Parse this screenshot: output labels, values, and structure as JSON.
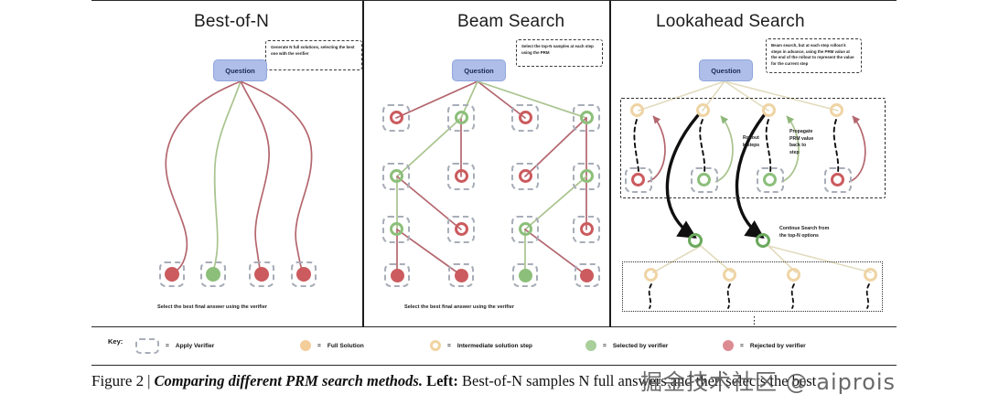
{
  "figure": {
    "caption_figno": "Figure 2",
    "caption_bar": "|",
    "caption_italic": "Comparing different PRM search methods.",
    "caption_bold_left": "Left:",
    "caption_rest": "Best-of-N samples N full answers and then selects the best"
  },
  "watermark": {
    "text": "掘金技术社区 @ aiprois"
  },
  "panels": [
    {
      "id": "best-of-n",
      "title": "Best-of-N",
      "callout": "Generate N full solutions, selecting the best one with the verifier",
      "question_label": "Question",
      "footer": "Select the best final answer using the verifier",
      "leaves": [
        "rejected",
        "selected",
        "rejected",
        "rejected"
      ]
    },
    {
      "id": "beam-search",
      "title": "Beam Search",
      "callout": "Select the top-N samples at each step using the PRM",
      "question_label": "Question",
      "footer": "Select the best final answer using the verifier",
      "leaves": [
        "rejected",
        "rejected",
        "selected",
        "rejected"
      ]
    },
    {
      "id": "lookahead-search",
      "title": "Lookahead Search",
      "callout": "Beam search, but at each step rollout k steps in advance, using the PRM value at the end of the rollout to represent the value for the current step",
      "question_label": "Question",
      "label_rollout": "Rollout\nk-steps",
      "label_propagate": "Propagate\nPRM value\nback to\nstep",
      "label_continue": "Continue Search from\nthe top-N options"
    }
  ],
  "legend": {
    "key_label": "Key:",
    "equals": "=",
    "items": [
      {
        "name": "apply-verifier",
        "text": "Apply Verifier",
        "glyph": "dashed-box"
      },
      {
        "name": "full-solution",
        "text": "Full Solution",
        "glyph": "filled-circle",
        "color": "#f3cd9a"
      },
      {
        "name": "intermediate-solution-step",
        "text": "Intermediate solution step",
        "glyph": "ring",
        "color": "#f0d3a0"
      },
      {
        "name": "selected-by-verifier",
        "text": "Selected by verifier",
        "glyph": "filled-circle",
        "color": "#a9cf9a"
      },
      {
        "name": "rejected-by-verifier",
        "text": "Rejected by verifier",
        "glyph": "filled-circle",
        "color": "#dd8b92"
      }
    ]
  },
  "colors": {
    "rejected": "#cb5b5e",
    "selected": "#8cbf7a",
    "full_solution": "#f0cb96",
    "intermediate": "#efd4a4",
    "question_bg": "#aebee8",
    "dashed_border": "#a8adb8",
    "edge_red": "#b4666e",
    "edge_green": "#a9c48e",
    "edge_cream": "#e6dfc4",
    "arrow_black": "#101010"
  }
}
